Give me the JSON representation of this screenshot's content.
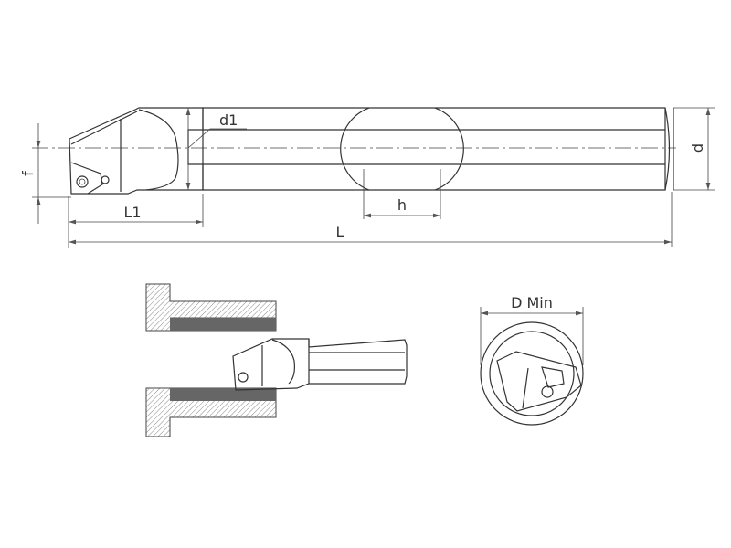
{
  "dimensions": {
    "d1": "d1",
    "f": "f",
    "L1": "L1",
    "L": "L",
    "h": "h",
    "d": "d",
    "d_min": "D Min"
  },
  "colors": {
    "line": "#333333",
    "hatch": "#888888"
  }
}
